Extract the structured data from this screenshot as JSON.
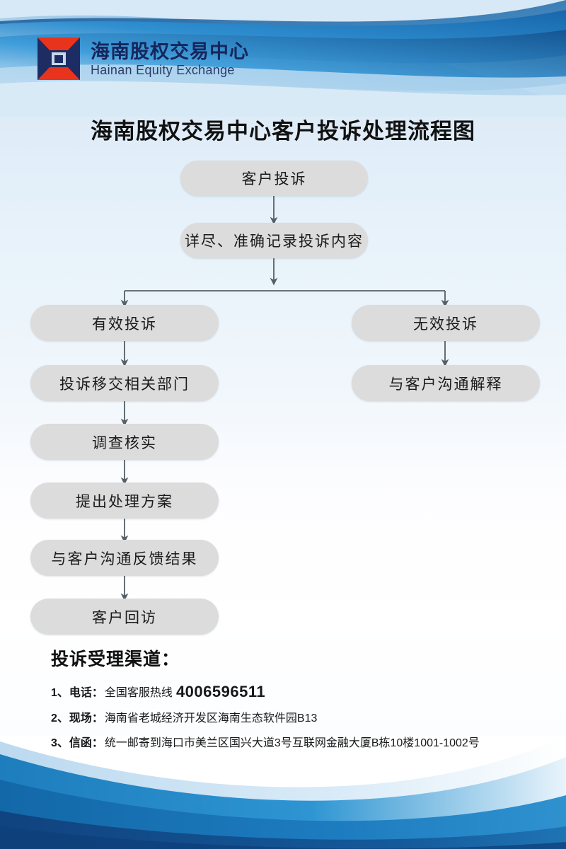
{
  "brand": {
    "logo_icon": "hainan-equity-diamond-logo",
    "name_cn": "海南股权交易中心",
    "name_en": "Hainan Equity Exchange",
    "navy": "#16265c",
    "red": "#e8341c"
  },
  "title": "海南股权交易中心客户投诉处理流程图",
  "flow": {
    "node_fill": "#dcdcdc",
    "connector_color": "#555f66",
    "nodes": [
      {
        "id": "start",
        "label": "客户投诉"
      },
      {
        "id": "record",
        "label": "详尽、准确记录投诉内容"
      },
      {
        "id": "valid",
        "label": "有效投诉"
      },
      {
        "id": "invalid",
        "label": "无效投诉"
      },
      {
        "id": "transfer",
        "label": "投诉移交相关部门"
      },
      {
        "id": "explain",
        "label": "与客户沟通解释"
      },
      {
        "id": "investigate",
        "label": "调查核实"
      },
      {
        "id": "proposal",
        "label": "提出处理方案"
      },
      {
        "id": "feedback",
        "label": "与客户沟通反馈结果"
      },
      {
        "id": "revisit",
        "label": "客户回访"
      }
    ]
  },
  "contact": {
    "heading": "投诉受理渠道：",
    "items": [
      {
        "index": "1、",
        "label": "电话：",
        "value": "全国客服热线",
        "phone": "4006596511"
      },
      {
        "index": "2、",
        "label": "现场：",
        "value": "海南省老城经济开发区海南生态软件园B13",
        "phone": ""
      },
      {
        "index": "3、",
        "label": "信函：",
        "value": "统一邮寄到海口市美兰区国兴大道3号互联网金融大厦B栋10楼1001-1002号",
        "phone": ""
      }
    ]
  }
}
